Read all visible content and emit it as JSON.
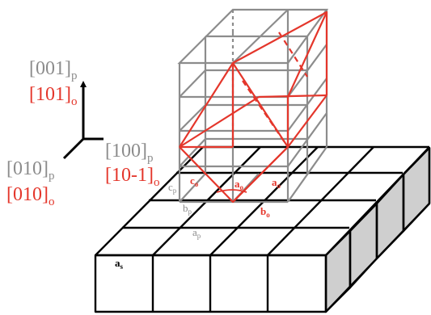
{
  "axes": {
    "vertical_p": {
      "main": "[001]",
      "sub": "p"
    },
    "vertical_o": {
      "main": "[101]",
      "sub": "o"
    },
    "right_p": {
      "main": "[100]",
      "sub": "p"
    },
    "right_o": {
      "main": "[10-1]",
      "sub": "o"
    },
    "left_p": {
      "main": "[010]",
      "sub": "p"
    },
    "left_o": {
      "main": "[010]",
      "sub": "o"
    }
  },
  "labels": {
    "cp": "c",
    "cp_sub": "p",
    "bp": "b",
    "bp_sub": "p",
    "ap": "a",
    "ap_sub": "p",
    "as": "a",
    "as_sub": "s",
    "co": "c",
    "co_sub": "o",
    "ao_top": "a",
    "ao_top_sub": "o",
    "ao_right": "a",
    "ao_right_sub": "o",
    "bo": "b",
    "bo_sub": "o"
  },
  "colors": {
    "substrate": "#000000",
    "perovskite": "#8c8c8c",
    "orthorhombic": "#e4362b",
    "side_face": "#cfcfcf"
  }
}
